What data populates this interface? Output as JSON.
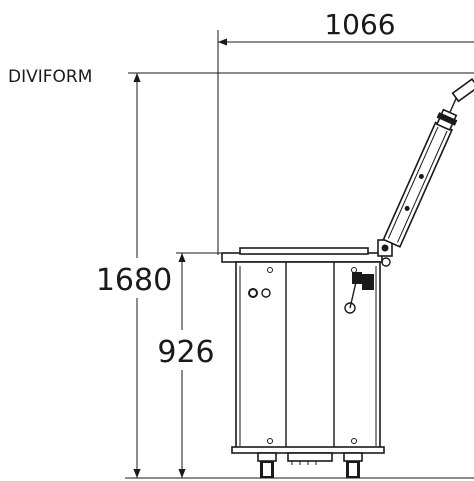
{
  "product": {
    "name": "DIVIFORM"
  },
  "dimensions": {
    "width": "1066",
    "total_height": "1680",
    "body_height": "926"
  },
  "colors": {
    "ink": "#1a1a1a",
    "background": "#ffffff"
  }
}
